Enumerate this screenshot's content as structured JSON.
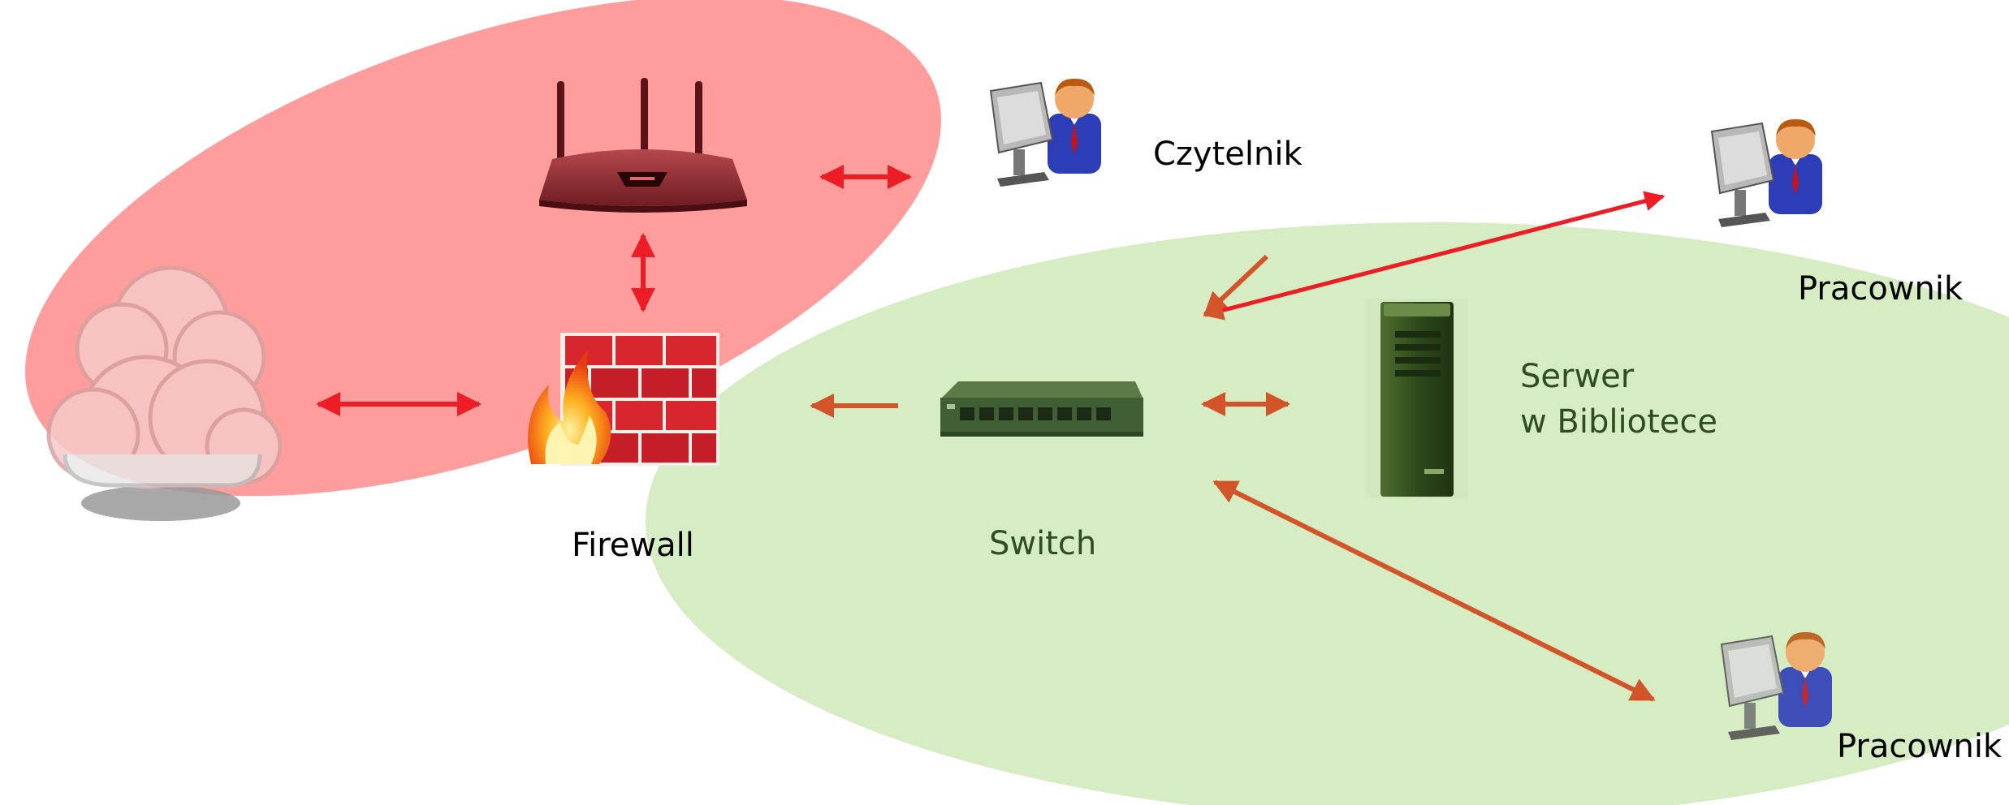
{
  "header": {
    "text": "",
    "note": ""
  },
  "nodes": {
    "czytelnik": "Czytelnik",
    "pracownik_top": "Pracownik",
    "pracownik_bottom": "Pracownik",
    "serwer_line1": "Serwer",
    "serwer_line2": "w Bibliotece",
    "firewall": "Firewall",
    "switch": "Switch"
  },
  "colors": {
    "red_zone": "#ff9595",
    "green_zone": "#d3ebbd",
    "red_arrow": "#ee1c24",
    "orange_arrow": "#d35428",
    "label_dark": "#000000",
    "label_green": "#2f4d1f"
  },
  "icons": {
    "router": "router-icon",
    "firewall": "firewall-icon",
    "cloud": "cloud-icon",
    "switch": "switch-icon",
    "server": "server-icon",
    "reader_workstation": "user-workstation-icon",
    "employee_workstation": "user-workstation-icon"
  }
}
